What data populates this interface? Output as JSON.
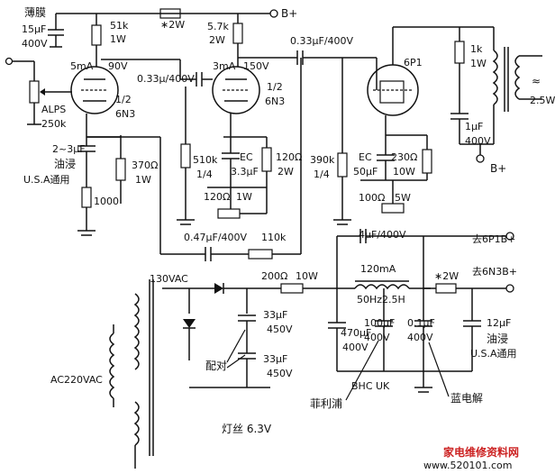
{
  "labels": {
    "b_plus_top": "B+",
    "thin_film": "薄膜",
    "thin_film_value": "15μF",
    "thin_film_voltage": "400V",
    "r51k": "51k",
    "r51k_w": "1W",
    "star2w_top": "∗2W",
    "r57k": "5.7k",
    "r57k_w": "2W",
    "coupling_top": "0.33μF/400V",
    "i5ma": "5mA",
    "v90": "90V",
    "coupling_mid": "0.33μ/400V",
    "i3ma": "3mA",
    "v150": "150V",
    "tube1_a": "1/2",
    "tube1_b": "6N3",
    "tube2_a": "1/2",
    "tube2_b": "6N3",
    "alps": "ALPS",
    "alps_val": "250k",
    "pp_cap": "2~3μF",
    "oil": "油浸",
    "usa": "U.S.A通用",
    "r370": "370Ω",
    "r370_w": "1W",
    "r1000": "1000",
    "r510k": "510k",
    "r510k_w": "1/4",
    "ec_a": "EC",
    "ec_a_val": "3.3μF",
    "r120_2w": "120Ω",
    "r120_2w_w": "2W",
    "r120_1w": "120Ω",
    "r120_1w_w": "1W",
    "r390k": "390k",
    "r390k_w": "1/4",
    "ec_b": "EC",
    "ec_b_val": "50μF",
    "r230": "230Ω",
    "r230_w": "10W",
    "r100_5w": "100Ω",
    "r100_5w_w": "5W",
    "tube3": "6P1",
    "r1k": "1k",
    "r1k_w": "1W",
    "c1u": "1μF",
    "c1u_v": "400V",
    "out_w": "2.5W",
    "b_plus_right": "B+",
    "fb_cap": "0.47μF/400V",
    "r110k": "110k",
    "cap4u": "4μF/400V",
    "to_6p1": "去6P1B+",
    "to_6n3": "去6N3B+",
    "vac130": "130VAC",
    "r200": "200Ω",
    "r200_w": "10W",
    "i120ma": "120mA",
    "choke": "50Hz2.5H",
    "star2w_mid": "∗2W",
    "c33a": "33μF",
    "c33a_v": "450V",
    "c33b": "33μF",
    "c33b_v": "450V",
    "pair": "配对",
    "c470": "470μF",
    "c470_v": "400V",
    "c100": "100μF",
    "c100_v": "400V",
    "c01": "0.1μF",
    "c01_v": "400V",
    "c12": "12μF",
    "c12_oil": "油浸",
    "c12_usa": "U.S.A通用",
    "bhc": "BHC UK",
    "philips": "菲利浦",
    "blue_cap": "蓝电解",
    "ac220": "AC220VAC",
    "heater": "灯丝 6.3V",
    "ac_symbol": "≈"
  },
  "watermark": {
    "text": "家电维修资料网",
    "url": "www.520101.com",
    "color": "#cc2222",
    "url_color": "#2255aa"
  }
}
